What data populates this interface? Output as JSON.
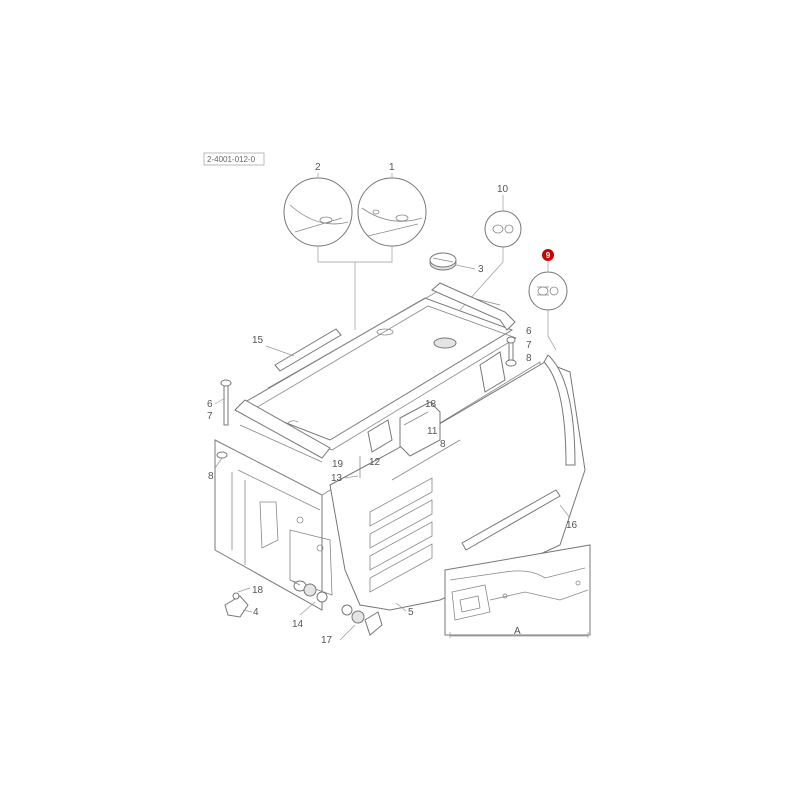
{
  "diagram": {
    "reference_code": "2-4001-012-0",
    "highlight_color": "#cc0000",
    "highlighted_part": "9",
    "dimension_label": "A",
    "callouts": {
      "c1": "1",
      "c2": "2",
      "c3": "3",
      "c4": "4",
      "c5": "5",
      "c6a": "6",
      "c6b": "6",
      "c7a": "7",
      "c7b": "7",
      "c8a": "8",
      "c8b": "8",
      "c8c": "8",
      "c9": "9",
      "c10": "10",
      "c11": "11",
      "c12": "12",
      "c13": "13",
      "c14": "14",
      "c15": "15",
      "c16": "16",
      "c17": "17",
      "c18a": "18",
      "c18b": "18",
      "c19": "19"
    }
  }
}
